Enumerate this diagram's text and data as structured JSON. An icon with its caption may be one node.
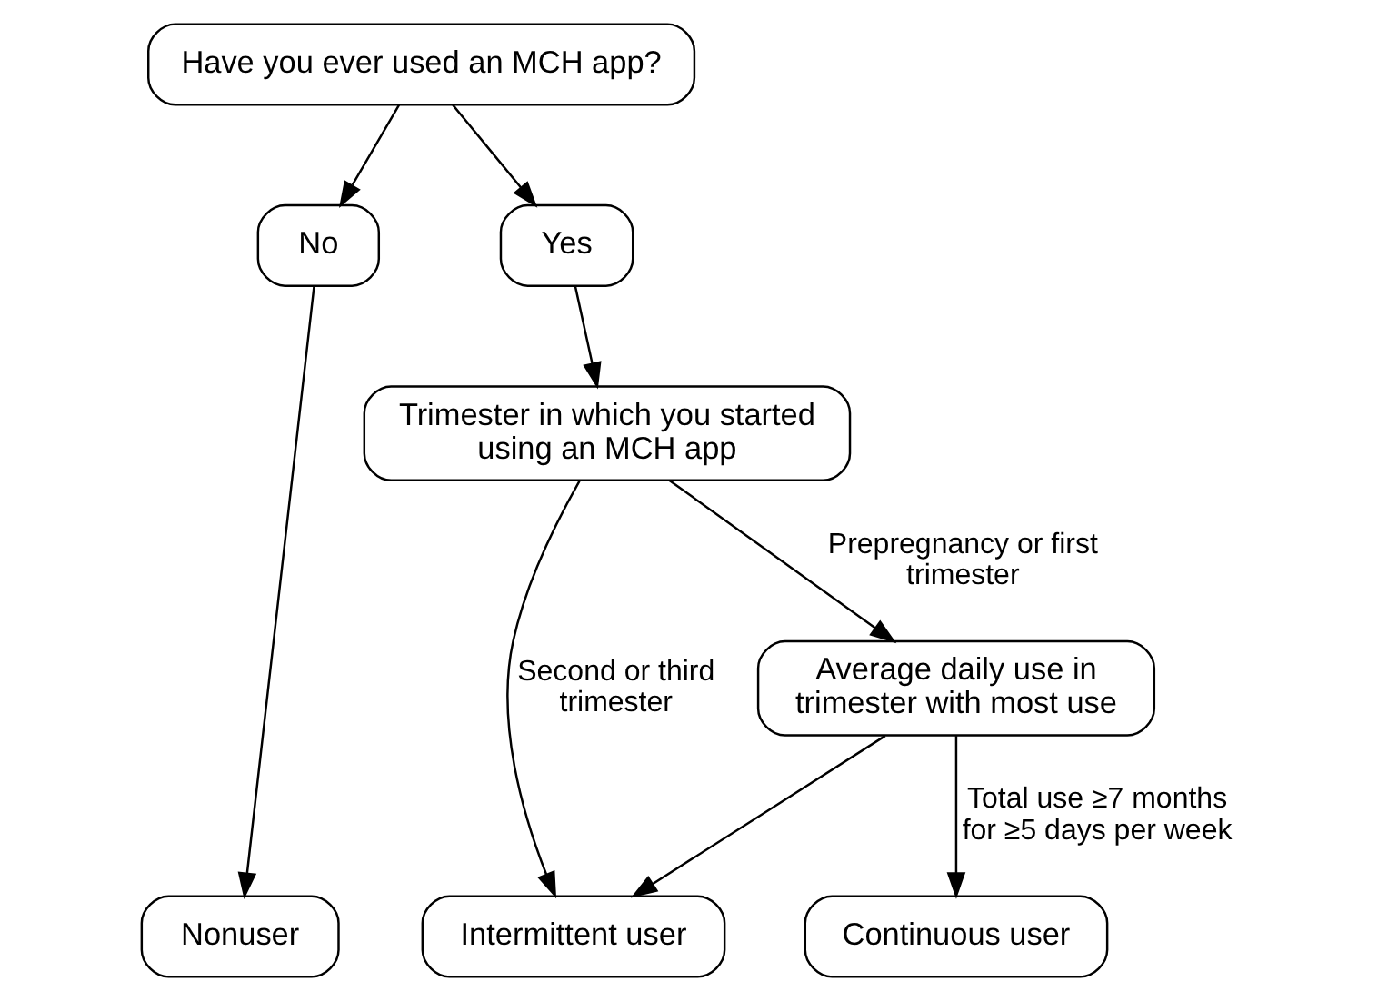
{
  "diagram": {
    "nodes": [
      {
        "text": [
          "Have you ever used an MCH app?"
        ]
      },
      {
        "text": [
          "No"
        ]
      },
      {
        "text": [
          "Yes"
        ]
      },
      {
        "text": [
          "Trimester in which you started using an MCH app"
        ]
      },
      {
        "text": [
          "Average daily use in trimester with most use"
        ]
      },
      {
        "text": [
          "Nonuser"
        ]
      },
      {
        "text": [
          "Intermittent user"
        ]
      },
      {
        "text": [
          "Continuous user"
        ]
      }
    ],
    "edges": [
      {
        "from": 0,
        "to": 1,
        "arrow": "to"
      },
      {
        "from": 0,
        "to": 2,
        "arrow": "to"
      },
      {
        "from": 1,
        "to": 5,
        "arrow": "to"
      },
      {
        "from": 2,
        "to": 3,
        "arrow": "to"
      },
      {
        "from": 3,
        "to": 6,
        "arrow": "to",
        "label": "Second or third trimester"
      },
      {
        "from": 3,
        "to": 4,
        "arrow": "to",
        "label": "Prepregnancy or first trimester"
      },
      {
        "from": 4,
        "to": 6,
        "arrow": "to"
      },
      {
        "from": 4,
        "to": 7,
        "arrow": "to",
        "label": "Total use ≥7 months for ≥5 days per week"
      }
    ]
  }
}
